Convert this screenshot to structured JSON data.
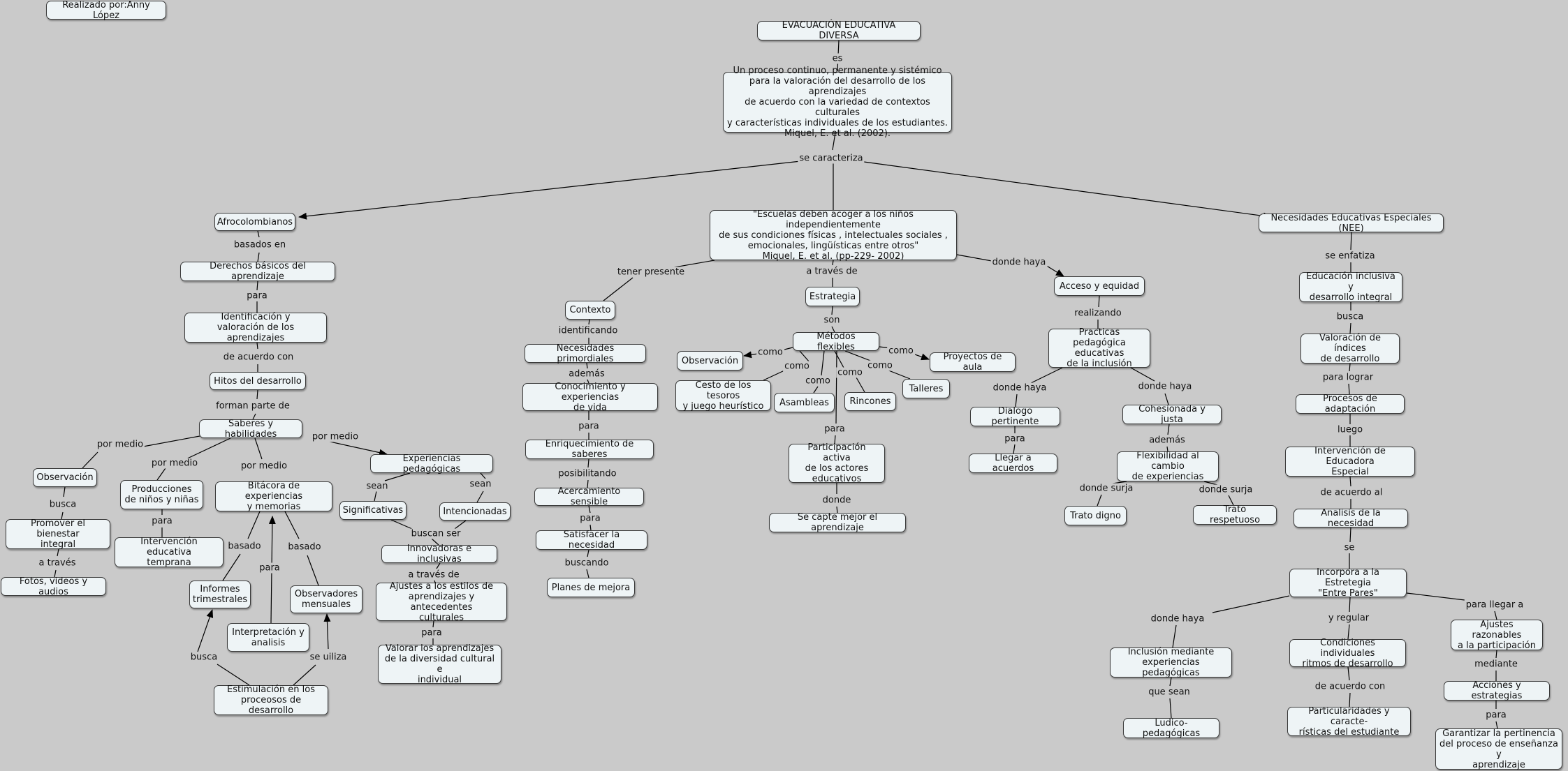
{
  "nodes": {
    "author": "Realizado por:Anny López",
    "title": "EVACUACIÓN EDUCATIVA DIVERSA",
    "definition": "Un proceso continuo, permanente y sistémico\npara la valoración del desarrollo de los aprendizajes\nde acuerdo con la variedad de contextos culturales\ny características individuales de los estudiantes.\nMiquel, E. et al. (2002).",
    "afro": "Afrocolombianos",
    "escuelas": "\"Escuelas deben acoger a los niños independientemente\nde sus condiciones físicas , intelectuales sociales ,\nemocionales, lingüísticas entre otros\"\nMiquel, E. et al. (pp-229- 2002)",
    "nee": "Necesidades Educativas Especiales (NEE)",
    "dba": "Derechos básicos del aprendizaje",
    "ident": "Identificación y\nvaloración de los aprendizajes",
    "hitos": "Hitos del desarrollo",
    "saberes": "Saberes y habilidades",
    "obs1": "Observación",
    "promover": "Promover el bienestar\nintegral",
    "fotos": "Fotos, videos y audios",
    "producciones": "Producciones\nde niños y niñas",
    "intervencion_temprana": "Intervención educativa\ntemprana",
    "bitacora": "Bitácora de experiencias\ny memorias",
    "informes": "Informes\ntrimestrales",
    "interpretacion": "Interpretación y\nanalisis",
    "observadores": "Observadores\nmensuales",
    "estimulacion": "Estimulación en los\nproceosos de desarrollo",
    "experiencias": "Experiencias pedagógicas",
    "significativas": "Significativas",
    "intencionadas": "Intencionadas",
    "innovadoras": "Innovadoras e inclusivas",
    "ajustes_estilos": "Ajustes a los estilos de\naprendizajes y antecedentes\nculturales",
    "valorar": "Valorar los aprendizajes\nde la diversidad cultural e\nindividual",
    "contexto": "Contexto",
    "necesidades": "Necesidades primordiales",
    "conocimiento": "Conocimiento y experiencias\nde vida",
    "enriquecimiento": "Enriquecimiento de saberes",
    "acercamiento": "Acercamiento sensible",
    "satisfacer": "Satisfacer la necesidad",
    "planes": "Planes de mejora",
    "estrategia": "Estrategia",
    "metodos": "Métodos flexibles",
    "obs2": "Observación",
    "cesto": "Cesto de los tesoros\ny juego heurístico",
    "asambleas": "Asambleas",
    "rincones": "Rincones",
    "talleres": "Talleres",
    "proyectos": "Proyectos de aula",
    "participacion": "Participación activa\nde los actores\neducativos",
    "capte": "Se capte mejor el aprendizaje",
    "acceso": "Acceso y  equidad",
    "practicas": "Practicas pedagógica\neducativas\nde la inclusión",
    "dialogo": "Dialogo pertinente",
    "llegar": "Llegar a acuerdos",
    "cohesionada": "Cohesionada y justa",
    "flexibilidad": "Flexibilidad al cambio\nde experiencias",
    "trato_digno": "Trato digno",
    "trato_resp": "Trato respetuoso",
    "educacion": "Educación inclusiva y\ndesarrollo integral",
    "valoracion": "Valoración de índices\nde desarrollo",
    "procesos": "Procesos de adaptación",
    "intervencion_educadora": "Intervención de Educadora\nEspecial",
    "analisis": "Analisis de la necesidad",
    "incorpora": "Incorpora a la Estretegia\n\"Entre Pares\"",
    "inclusion": "Inclusión mediante\nexperiencias pedagógicas",
    "ludico": "Ludico- pedagógicas",
    "condiciones": "Condiciones individuales\nritmos de desarrollo",
    "particularidades": "Particularidades y caracte-\nrísticas del estudiante",
    "ajustes_razonables": "Ajustes razonables\na la participación",
    "acciones": "Acciones y estrategias",
    "garantizar": "Garantizar la pertinencia\ndel proceso de enseñanza y\naprendizaje"
  },
  "links": {
    "es": "es",
    "se_caracteriza": "se caracteriza",
    "basados_en": "basados en",
    "para1": "para",
    "de_acuerdo_con": "de acuerdo con",
    "forman_parte_de": "forman parte de",
    "por_medio1": "por medio",
    "por_medio2": "por medio",
    "por_medio3": "por medio",
    "por_medio4": "por medio",
    "busca1": "busca",
    "a_traves1": "a través",
    "para2": "para",
    "basado1": "basado",
    "basado2": "basado",
    "para3": "para",
    "busca2": "busca",
    "se_uiliza": "se uiliza",
    "sean1": "sean",
    "sean2": "sean",
    "buscan_ser": "buscan ser",
    "a_traves_de1": "a través de",
    "para4": "para",
    "tener_presente": "tener presente",
    "identificando": "identificando",
    "ademas1": "además",
    "para5": "para",
    "posibilitando": "posibilitando",
    "para6": "para",
    "buscando": "buscando",
    "a_traves_de2": "a través de",
    "son": "son",
    "como1": "como",
    "como2": "como",
    "como3": "como",
    "como4": "como",
    "como5": "como",
    "como6": "como",
    "para7": "para",
    "donde": "donde",
    "donde_haya1": "donde haya",
    "realizando": "realizando",
    "donde_haya2": "donde haya",
    "donde_haya3": "donde haya",
    "para8": "para",
    "ademas2": "además",
    "donde_surja1": "donde surja",
    "donde_surja2": "donde surja",
    "se_enfatiza": "se enfatiza",
    "busca3": "busca",
    "para_lograr": "para lograr",
    "luego": "luego",
    "de_acuerdo_al": "de acuerdo al",
    "se": "se",
    "donde_haya4": "donde haya",
    "y_regular": "y regular",
    "para_llegar_a": "para llegar a",
    "que_sean": "que sean",
    "de_acuerdo_con2": "de  acuerdo con",
    "mediante": "mediante",
    "para9": "para"
  }
}
